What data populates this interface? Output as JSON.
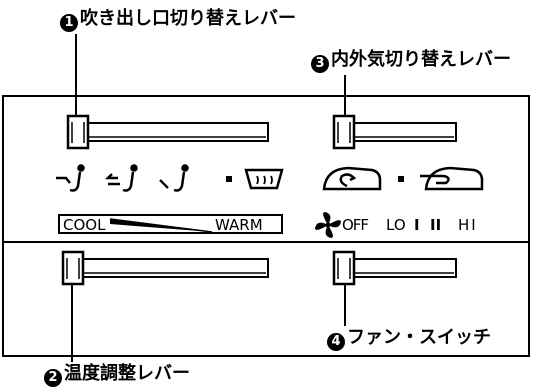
{
  "callouts": {
    "c1": {
      "num": "1",
      "text": "吹き出し口切り替えレバー"
    },
    "c2": {
      "num": "2",
      "text": "温度調整レバー"
    },
    "c3": {
      "num": "3",
      "text": "内外気切り替えレバー"
    },
    "c4": {
      "num": "4",
      "text": "ファン・スイッチ"
    }
  },
  "temperature": {
    "cool": "COOL",
    "warm": "WARM"
  },
  "fan": {
    "off": "OFF",
    "lo": "LO",
    "i": "I",
    "ii": "II",
    "hi": "HI"
  },
  "icons": [
    "vent-face-icon",
    "vent-bilevel-icon",
    "vent-foot-icon",
    "vent-foot-defrost-icon",
    "defroster-icon",
    "recirculate-air-icon",
    "fresh-air-icon",
    "fan-icon"
  ]
}
